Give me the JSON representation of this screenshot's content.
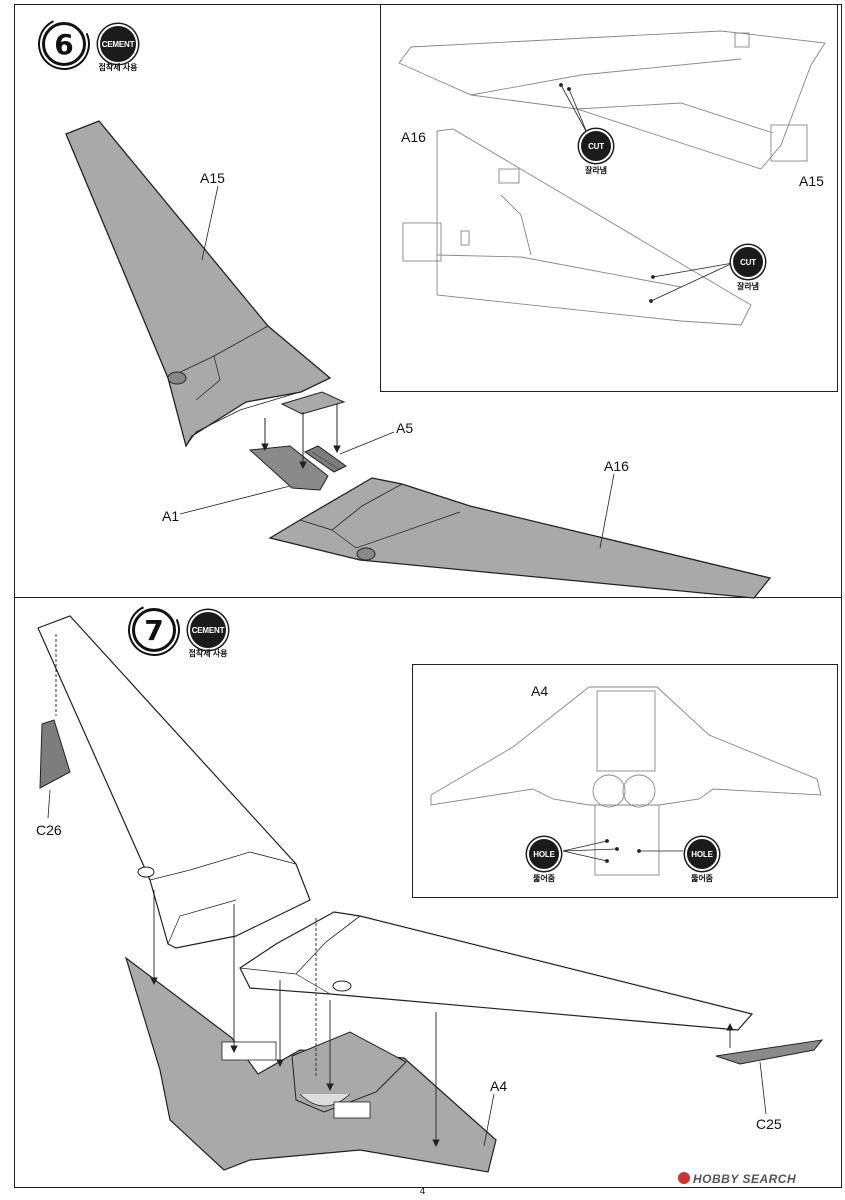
{
  "steps": [
    {
      "number": "6",
      "cement": {
        "label": "CEMENT",
        "caption": "접착제 사용"
      },
      "parts": {
        "a15": "A15",
        "a5": "A5",
        "a1": "A1",
        "a16": "A16"
      },
      "inset": {
        "a16": "A16",
        "a15": "A15",
        "cut_top": {
          "label": "CUT",
          "caption": "잘라냄"
        },
        "cut_bottom": {
          "label": "CUT",
          "caption": "잘라냄"
        }
      }
    },
    {
      "number": "7",
      "cement": {
        "label": "CEMENT",
        "caption": "접착제 사용"
      },
      "parts": {
        "c26": "C26",
        "a4": "A4",
        "c25": "C25"
      },
      "inset": {
        "a4": "A4",
        "hole_left": {
          "label": "HOLE",
          "caption": "뚫어줌"
        },
        "hole_right": {
          "label": "HOLE",
          "caption": "뚫어줌"
        }
      }
    }
  ],
  "page_number": "4",
  "watermark": "HOBBY SEARCH"
}
